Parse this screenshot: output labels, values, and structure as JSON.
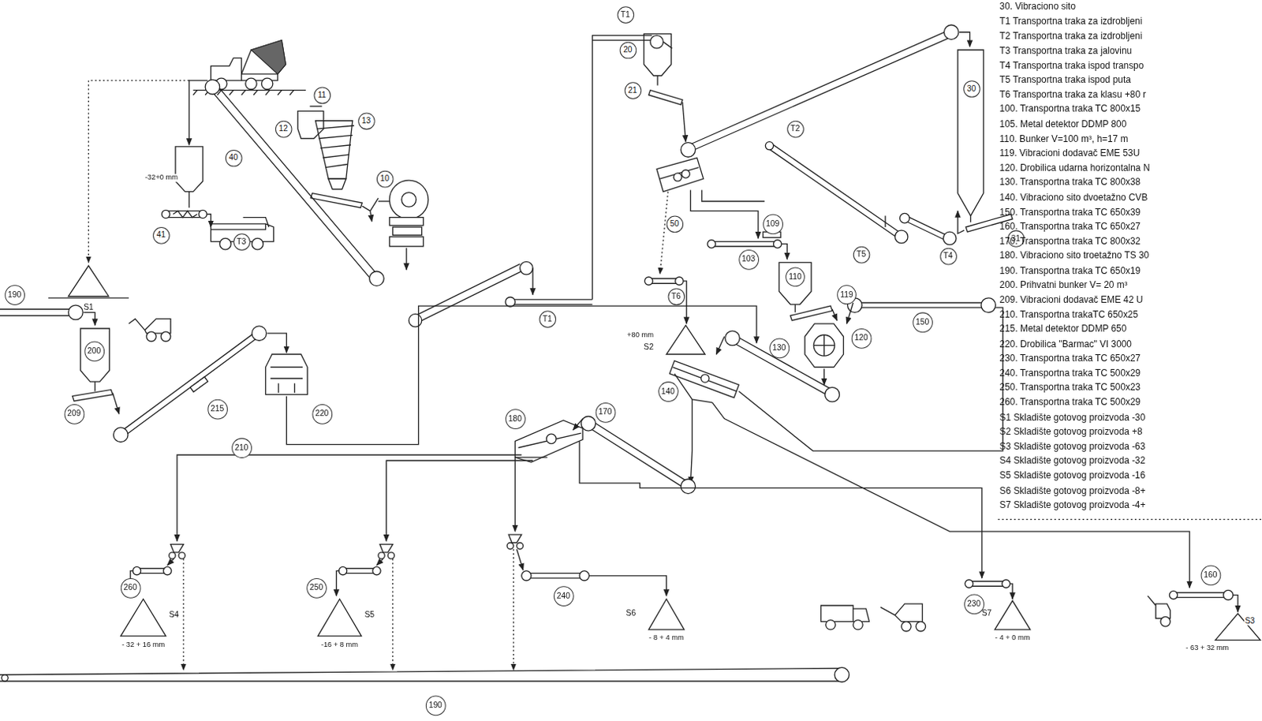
{
  "diagram": {
    "nodes": [
      {
        "text": [
          "T1"
        ]
      },
      {
        "text": [
          "11"
        ]
      },
      {
        "text": [
          "20"
        ]
      },
      {
        "text": [
          "30"
        ]
      },
      {
        "text": [
          "21"
        ]
      },
      {
        "text": [
          "13"
        ]
      },
      {
        "text": [
          "12"
        ]
      },
      {
        "text": [
          "T2"
        ]
      },
      {
        "text": [
          "40"
        ]
      },
      {
        "text": [
          "10"
        ]
      },
      {
        "text": [
          "41"
        ]
      },
      {
        "text": [
          "T3"
        ]
      },
      {
        "text": [
          "50"
        ]
      },
      {
        "text": [
          "109"
        ]
      },
      {
        "text": [
          "T4"
        ]
      },
      {
        "text": [
          "31"
        ]
      },
      {
        "text": [
          "T5"
        ]
      },
      {
        "text": [
          "103"
        ]
      },
      {
        "text": [
          "110"
        ]
      },
      {
        "text": [
          "T6"
        ]
      },
      {
        "text": [
          "119"
        ]
      },
      {
        "text": [
          "T1"
        ]
      },
      {
        "text": [
          "190"
        ]
      },
      {
        "text": [
          "120"
        ]
      },
      {
        "text": [
          "130"
        ]
      },
      {
        "text": [
          "200"
        ]
      },
      {
        "text": [
          "140"
        ]
      },
      {
        "text": [
          "150"
        ]
      },
      {
        "text": [
          "215"
        ]
      },
      {
        "text": [
          "209"
        ]
      },
      {
        "text": [
          "180"
        ]
      },
      {
        "text": [
          "170"
        ]
      },
      {
        "text": [
          "220"
        ]
      },
      {
        "text": [
          "210"
        ]
      },
      {
        "text": [
          "260"
        ]
      },
      {
        "text": [
          "250"
        ]
      },
      {
        "text": [
          "230"
        ]
      },
      {
        "text": [
          "160"
        ]
      },
      {
        "text": [
          "240"
        ]
      },
      {
        "text": [
          "190"
        ]
      }
    ],
    "labels": [
      "30. Vibraciono sito",
      "T1 Transportna traka za izdrobljeni",
      "T2 Transportna traka za izdrobljeni",
      "T3 Transportna traka za jalovinu",
      "T4 Transportna traka ispod transpo",
      "T5 Transportna traka ispod puta",
      "T6 Transportna traka za klasu +80 r",
      "100. Transportna traka TC 800x15",
      "105. Metal detektor DDMP 800",
      "110. Bunker V=100 m³, h=17 m",
      "119. Vibracioni dodavač EME 53U",
      "120. Drobilica udarna horizontalna N",
      "130. Transportna traka TC 800x38",
      "140. Vibraciono sito dvoetažno CVB",
      "150. Transportna traka TC 650x39",
      "160. Transportna traka TC 650x27",
      "170. Transportna traka TC 800x32",
      "180. Vibraciono sito troetažno TS 30",
      "190. Transportna traka TC 650x19",
      "200. Prihvatni bunker V= 20 m³",
      "209. Vibracioni dodavač EME 42 U",
      "210. Transportna trakaTC 650x25",
      "215. Metal detektor DDMP 650",
      "220. Drobilica \"Barmac\" VI 3000",
      "230. Transportna traka TC 650x27",
      "240. Transportna traka TC 500x29",
      "250. Transportna traka TC 500x23",
      "260. Transportna traka TC 500x29",
      "S1 Skladište gotovog proizvoda -30",
      "S2 Skladište gotovog proizvoda +8",
      "S3 Skladište gotovog proizvoda -63",
      "S4 Skladište gotovog proizvoda -32",
      "S5 Skladište gotovog proizvoda -16",
      "S6 Skladište gotovog proizvoda -8+",
      "S7 Skladište gotovog proizvoda -4+",
      "-32+0 mm",
      "S1",
      "+80 mm",
      "S2",
      "S4",
      "- 32 + 16 mm",
      "S5",
      "-16 + 8 mm",
      "S6",
      "- 8 + 4 mm",
      "S7",
      "- 4 + 0 mm",
      "S3",
      "- 63 + 32 mm"
    ]
  }
}
